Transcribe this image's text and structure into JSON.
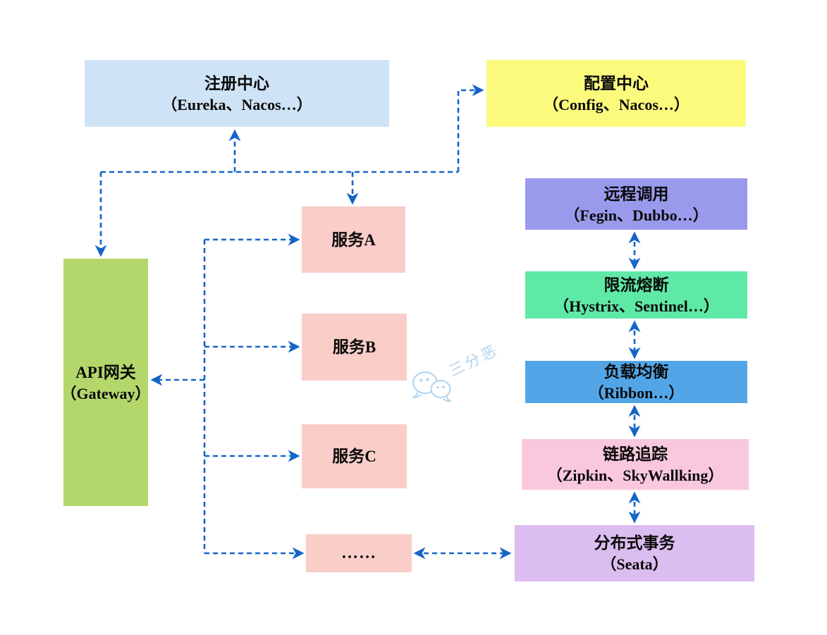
{
  "diagram": {
    "arrow_color": "#1565c8",
    "nodes": {
      "registry": {
        "title": "注册中心",
        "subtitle": "（Eureka、Nacos…）",
        "bg": "#cfe3f6"
      },
      "config": {
        "title": "配置中心",
        "subtitle": "（Config、Nacos…）",
        "bg": "#fcfa7d"
      },
      "gateway": {
        "title": "API网关",
        "subtitle": "（Gateway）",
        "bg": "#b4d76b"
      },
      "service_a": {
        "title": "服务A",
        "bg": "#f9cdc8"
      },
      "service_b": {
        "title": "服务B",
        "bg": "#f9cdc8"
      },
      "service_c": {
        "title": "服务C",
        "bg": "#f9cdc8"
      },
      "service_more": {
        "title": "……",
        "bg": "#f9cdc8"
      },
      "rpc": {
        "title": "远程调用",
        "subtitle": "（Fegin、Dubbo…）",
        "bg": "#9a9aed"
      },
      "circuit_breaker": {
        "title": "限流熔断",
        "subtitle": "（Hystrix、Sentinel…）",
        "bg": "#5fe9a6"
      },
      "load_balance": {
        "title": "负载均衡",
        "subtitle": "（Ribbon…）",
        "bg": "#52a6e8"
      },
      "tracing": {
        "title": "链路追踪",
        "subtitle": "（Zipkin、SkyWallking）",
        "bg": "#f9c8dd"
      },
      "transaction": {
        "title": "分布式事务",
        "subtitle": "（Seata）",
        "bg": "#dcbdef"
      }
    },
    "watermark": {
      "icon": "wechat-icon",
      "text": "三分恶",
      "color": "#aed4ee"
    }
  }
}
